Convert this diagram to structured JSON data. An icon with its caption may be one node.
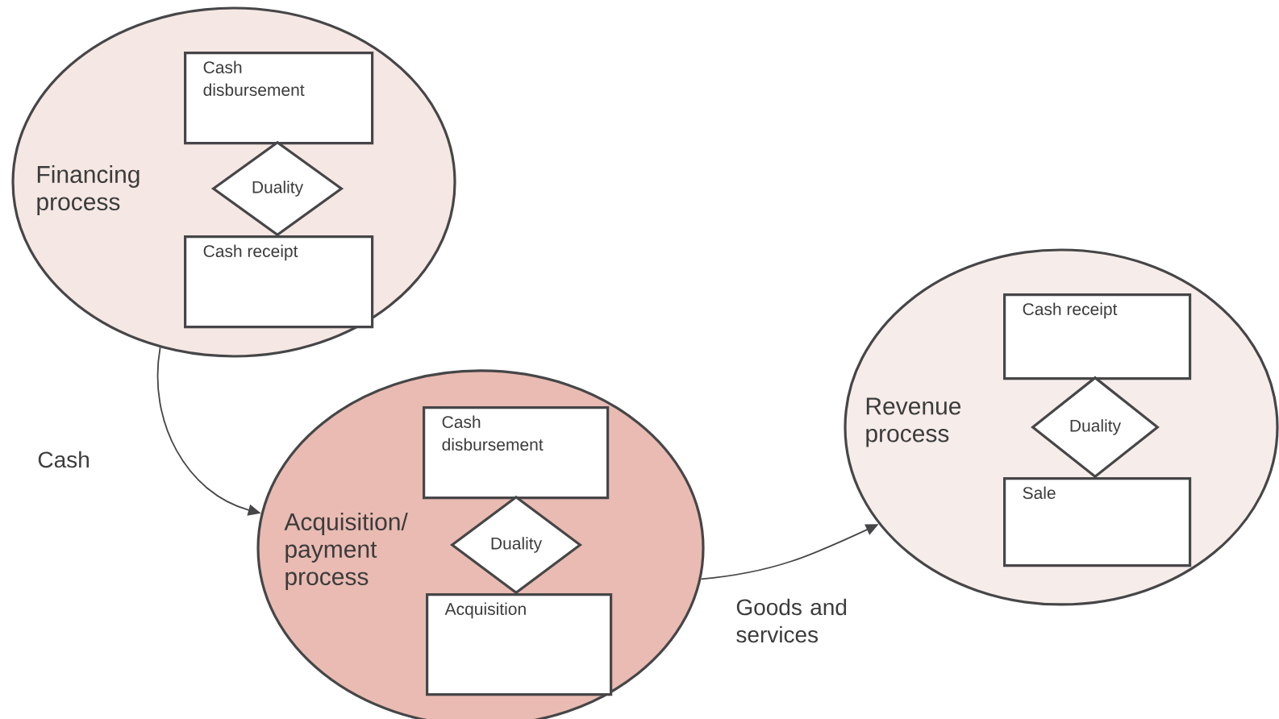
{
  "diagram": {
    "nodes": [
      {
        "text": [
          "Financing process"
        ]
      },
      {
        "text": [
          "Cash disbursement"
        ],
        "in": 0
      },
      {
        "text": [
          "Duality"
        ],
        "in": 0
      },
      {
        "text": [
          "Cash receipt"
        ],
        "in": 0
      },
      {
        "text": [
          "Acquisition/ payment process"
        ]
      },
      {
        "text": [
          "Cash disbursement"
        ],
        "in": 4
      },
      {
        "text": [
          "Duality"
        ],
        "in": 4
      },
      {
        "text": [
          "Acquisition"
        ],
        "in": 4
      },
      {
        "text": [
          "Revenue process"
        ]
      },
      {
        "text": [
          "Cash receipt"
        ],
        "in": 8
      },
      {
        "text": [
          "Duality"
        ],
        "in": 8
      },
      {
        "text": [
          "Sale"
        ],
        "in": 8
      }
    ],
    "edges": [
      {
        "from": 0,
        "to": 4,
        "arrow": "to",
        "label": "Cash"
      },
      {
        "from": 4,
        "to": 8,
        "arrow": "to",
        "label": "Goods and services"
      }
    ]
  }
}
